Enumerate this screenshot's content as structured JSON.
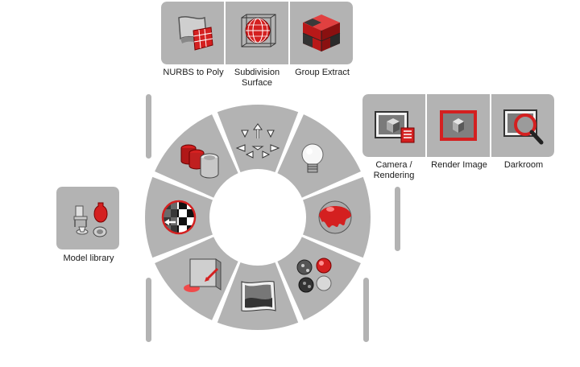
{
  "top_panel": {
    "items": [
      {
        "id": "nurbs",
        "label": "NURBS to Poly",
        "icon": "nurbs-to-poly-icon"
      },
      {
        "id": "subdiv",
        "label": "Subdivision Surface",
        "icon": "subdivision-sphere-icon"
      },
      {
        "id": "group",
        "label": "Group Extract",
        "icon": "group-extract-cube-icon"
      }
    ]
  },
  "right_panel": {
    "items": [
      {
        "id": "camera",
        "label": "Camera / Rendering",
        "icon": "camera-rendering-icon"
      },
      {
        "id": "render",
        "label": "Render Image",
        "icon": "render-image-icon"
      },
      {
        "id": "darkroom",
        "label": "Darkroom",
        "icon": "darkroom-magnifier-icon"
      }
    ]
  },
  "left_panel": {
    "items": [
      {
        "id": "modellib",
        "label": "Model library",
        "icon": "model-library-icon"
      }
    ]
  },
  "wheel": {
    "segments": [
      {
        "id": "transform",
        "icon": "transform-arrows-icon"
      },
      {
        "id": "lights",
        "icon": "light-bulb-icon"
      },
      {
        "id": "material",
        "icon": "material-paint-sphere-icon"
      },
      {
        "id": "textures",
        "icon": "texture-spheres-icon"
      },
      {
        "id": "background",
        "icon": "background-image-icon"
      },
      {
        "id": "shadow",
        "icon": "shadow-cube-icon"
      },
      {
        "id": "mapping",
        "icon": "uv-mapping-sphere-icon"
      },
      {
        "id": "objects",
        "icon": "cylinder-objects-icon"
      }
    ]
  },
  "colors": {
    "tile": "#b3b3b3",
    "accent_red": "#d42020",
    "background": "#ffffff"
  }
}
